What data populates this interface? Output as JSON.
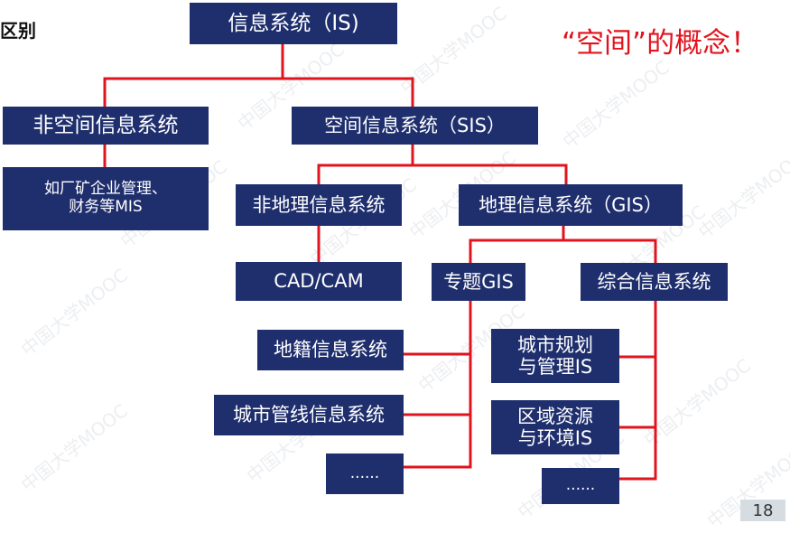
{
  "title_fragment": "区别",
  "concept_note": "“空间”的概念！",
  "page_number": "18",
  "watermark": "中国大学MOOC",
  "nodes": {
    "is": "信息系统（IS)",
    "non_spatial_is": "非空间信息系统",
    "sis": "空间信息系统（SIS）",
    "mis_example_line1": "如厂矿企业管理、",
    "mis_example_line2": "财务等MIS",
    "non_geo_is": "非地理信息系统",
    "gis": "地理信息系统（GIS）",
    "cad_cam": "CAD/CAM",
    "thematic_gis": "专题GIS",
    "integrated_is": "综合信息系统",
    "cadastral_is": "地籍信息系统",
    "urban_pipeline_is": "城市管线信息系统",
    "thematic_more": "......",
    "urban_planning_line1": "城市规划",
    "urban_planning_line2": "与管理IS",
    "regional_resources_line1": "区域资源",
    "regional_resources_line2": "与环境IS",
    "integrated_more": "......"
  },
  "colors": {
    "box": "#1f2f6e",
    "connector": "#e0141e",
    "highlight_text": "#e0141e"
  }
}
